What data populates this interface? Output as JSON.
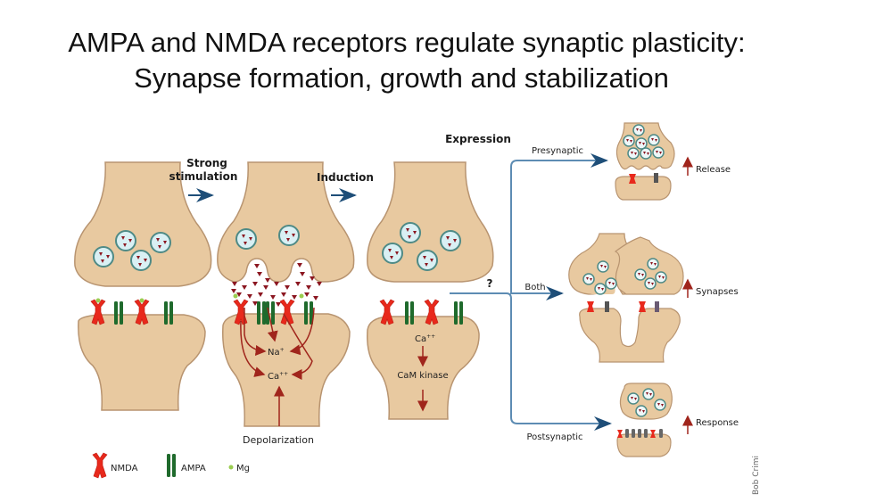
{
  "title": {
    "line1": "AMPA and NMDA receptors regulate synaptic plasticity:",
    "line2": "Synapse formation, growth and stabilization"
  },
  "stages": {
    "strong_stimulation": [
      "Strong",
      "stimulation"
    ],
    "induction": "Induction",
    "expression": "Expression",
    "question": "?"
  },
  "ions": {
    "na": "Na",
    "na_sup": "+",
    "ca": "Ca",
    "ca_sup": "++",
    "ca_induction": "Ca",
    "ca_induction_sup": "++"
  },
  "labels": {
    "depolarization": "Depolarization",
    "cam_kinase": "CaM kinase"
  },
  "branches": [
    {
      "name": "Presynaptic",
      "effect": "Release"
    },
    {
      "name": "Both",
      "effect": "Synapses"
    },
    {
      "name": "Postsynaptic",
      "effect": "Response"
    }
  ],
  "legend": [
    {
      "icon": "nmda-receptor-icon",
      "label": "NMDA"
    },
    {
      "icon": "ampa-receptor-icon",
      "label": "AMPA"
    },
    {
      "icon": "mg-ion-icon",
      "label": "Mg"
    }
  ],
  "credit": "Bob Crimi",
  "colors": {
    "cell": "#e8c9a0",
    "cell_outline": "#b89470",
    "nmda": "#e8291c",
    "ampa": "#1f6a2c",
    "vesicle": "#d9f0f4",
    "vesicle_outline": "#4e8a86",
    "transmitter": "#8b1620",
    "arrow_blue": "#2c5f86",
    "branch_line": "#5d8cb3",
    "arrow_red": "#a0251c",
    "mg": "#9acd50"
  }
}
